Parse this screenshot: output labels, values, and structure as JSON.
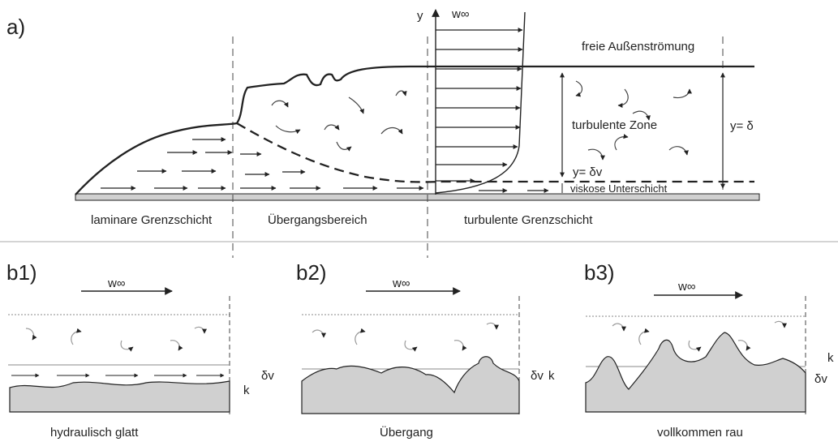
{
  "part_a": {
    "label": "a)",
    "axis_y": "y",
    "w_inf": "w∞",
    "free_stream": "freie Außenströmung",
    "turbulent_zone": "turbulente Zone",
    "y_delta": "y= δ",
    "y_delta_v": "y= δv",
    "viscous_sublayer": "viskose Unterschicht",
    "regions": [
      "laminare Grenzschicht",
      "Übergangsbereich",
      "turbulente Grenzschicht"
    ]
  },
  "part_b": [
    {
      "label": "b1)",
      "w_inf": "w∞",
      "delta_v": "δv",
      "k": "k",
      "caption": "hydraulisch glatt"
    },
    {
      "label": "b2)",
      "w_inf": "w∞",
      "delta_v": "δv",
      "k": "k",
      "caption": "Übergang"
    },
    {
      "label": "b3)",
      "w_inf": "w∞",
      "delta_v": "δv",
      "k": "k",
      "caption": "vollkommen rau"
    }
  ],
  "colors": {
    "ink": "#222222",
    "plate": "#d0d0d0",
    "eddy": "#888888",
    "light": "#bbbbbb"
  }
}
